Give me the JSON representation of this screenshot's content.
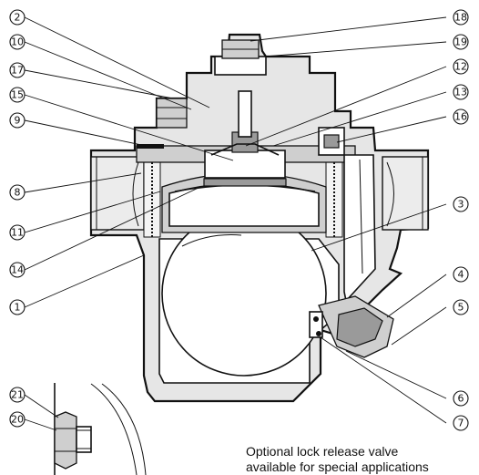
{
  "callouts": {
    "c1": "1",
    "c2": "2",
    "c3": "3",
    "c4": "4",
    "c5": "5",
    "c6": "6",
    "c7": "7",
    "c8": "8",
    "c9": "9",
    "c10": "10",
    "c11": "11",
    "c12": "12",
    "c13": "13",
    "c14": "14",
    "c15": "15",
    "c16": "16",
    "c17": "17",
    "c18": "18",
    "c19": "19",
    "c20": "20",
    "c21": "21"
  },
  "note": {
    "line1": "Optional lock release valve",
    "line2": "available for special applications"
  }
}
